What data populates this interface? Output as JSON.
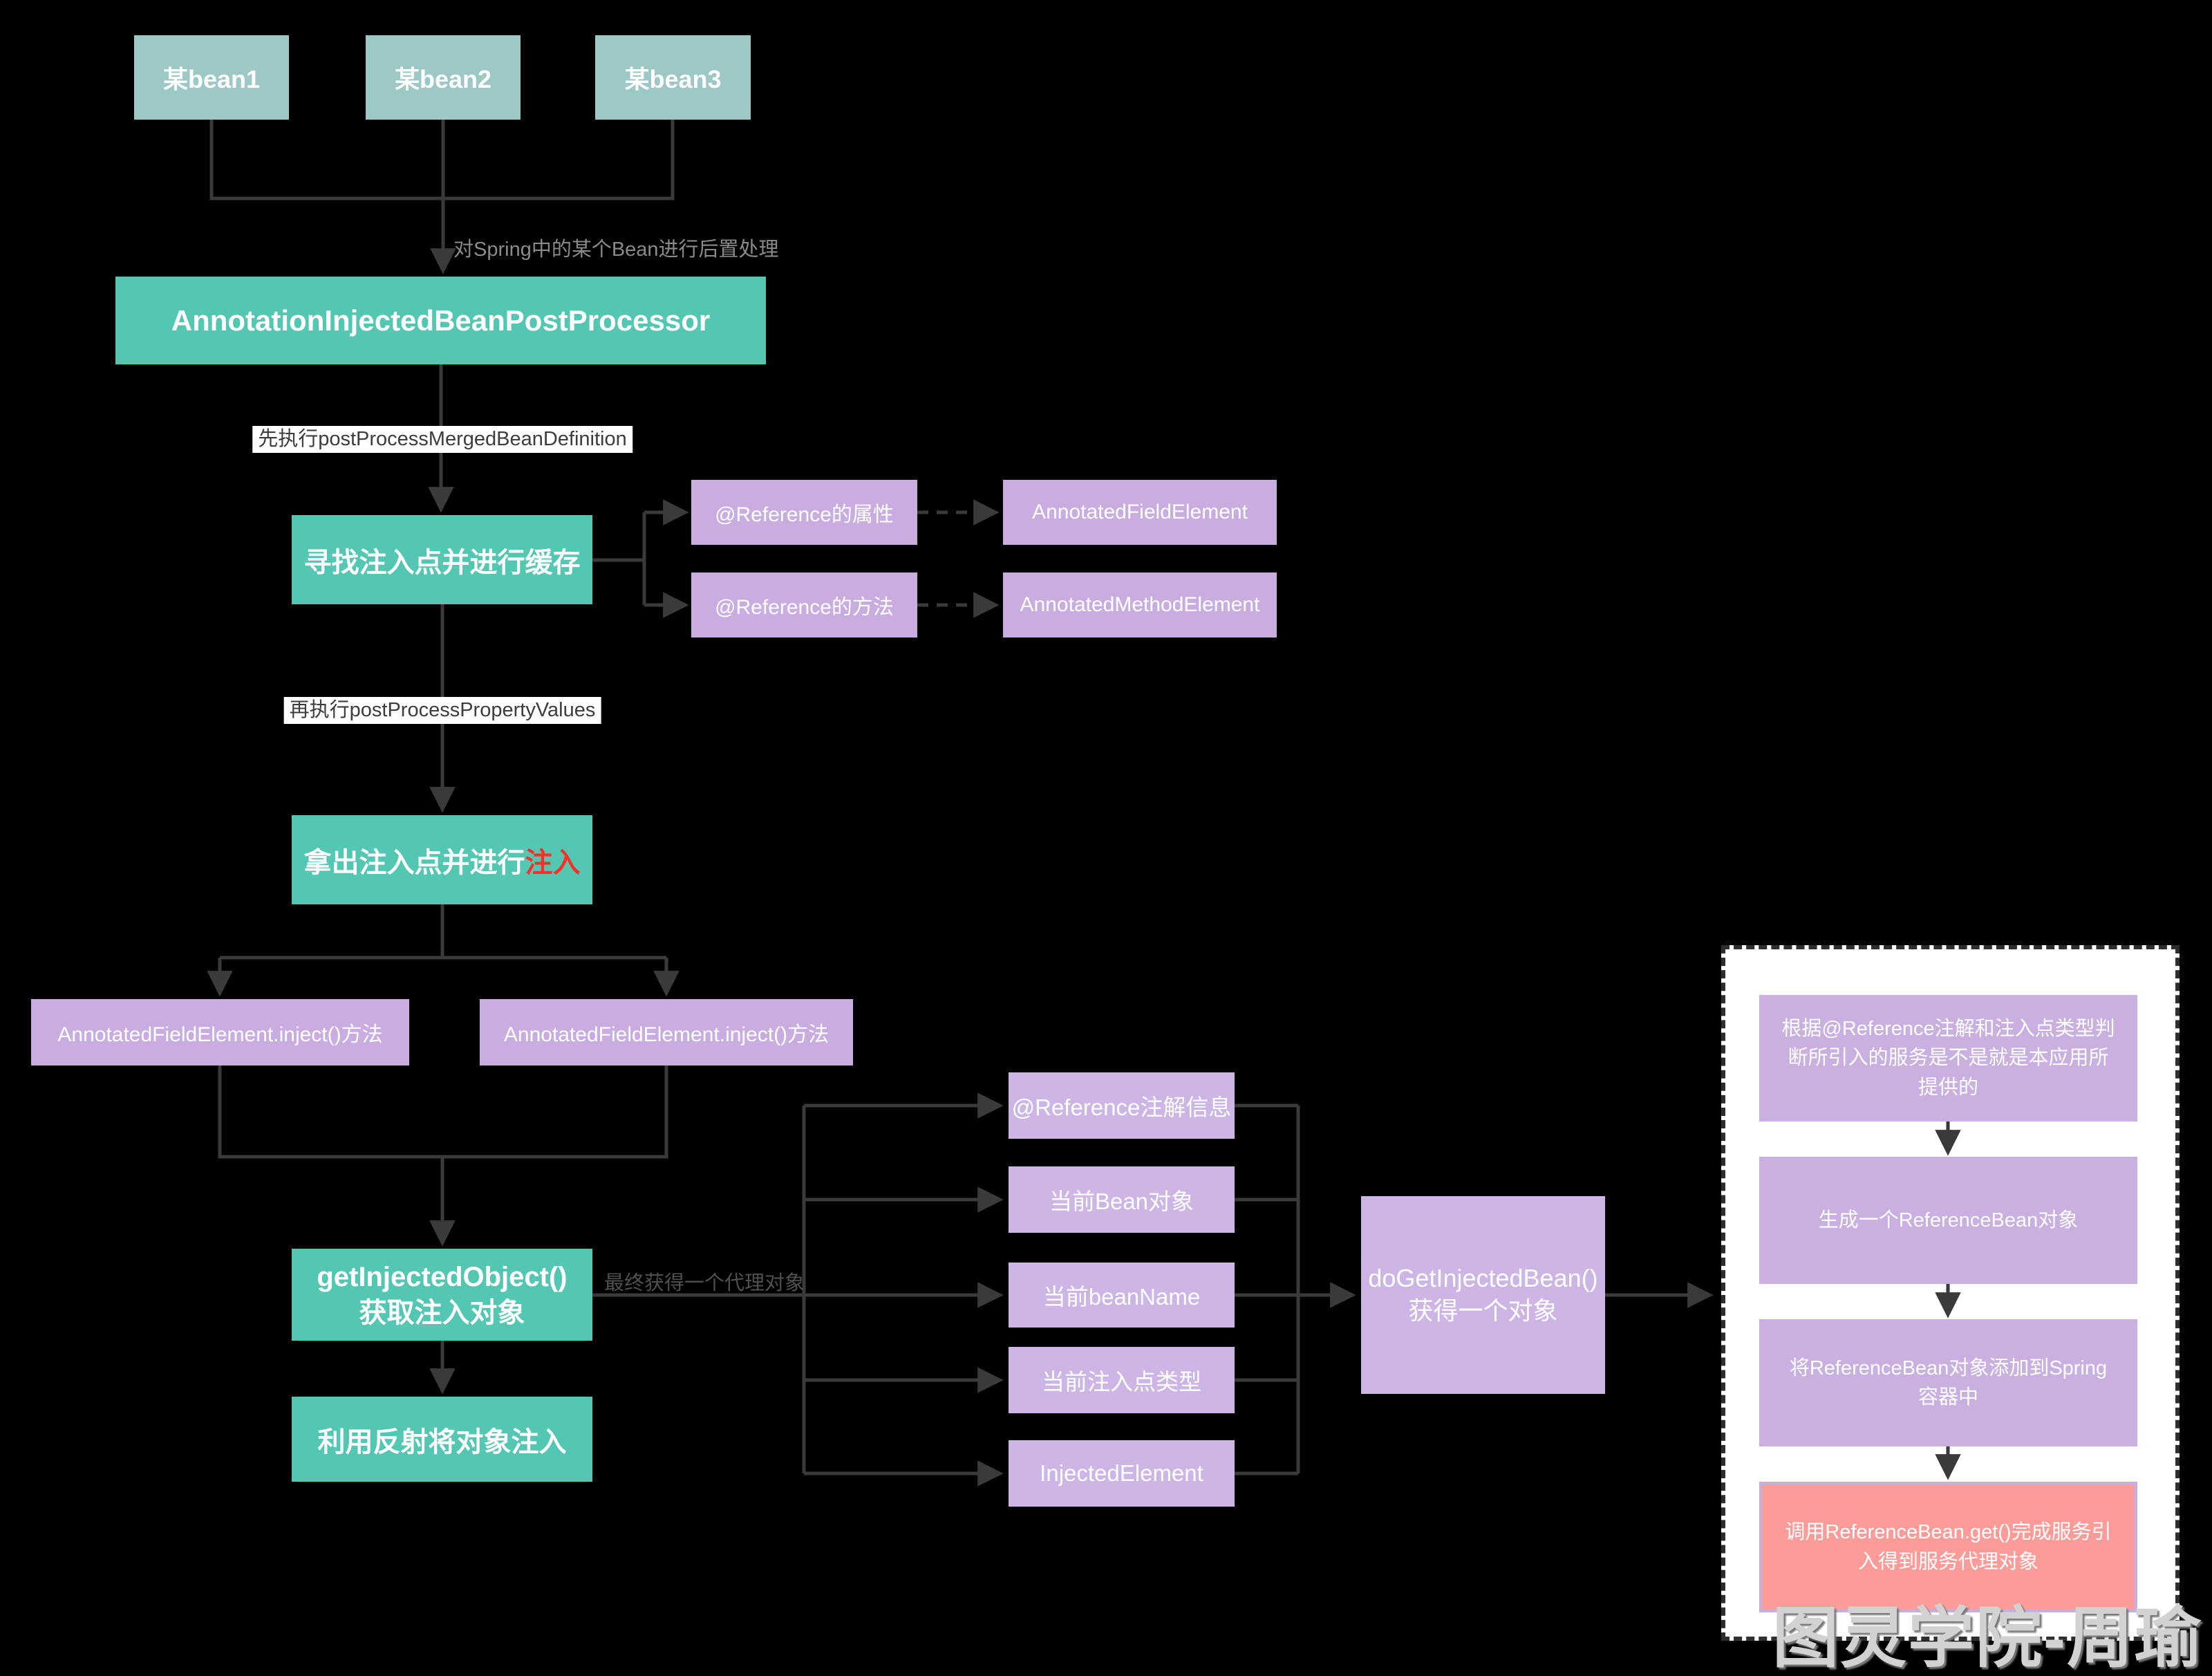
{
  "colors": {
    "background": "#000000",
    "teal_bright": "#53c7b2",
    "teal_muted": "#9cc8c6",
    "purple": "#c9ade1",
    "purple_mid": "#cdb5e6",
    "salmon": "#fb9c99",
    "highlight_red": "#f93028",
    "line": "#3a3a3c",
    "panel_bg": "#ffffff"
  },
  "nodes": {
    "bean1": "某bean1",
    "bean2": "某bean2",
    "bean3": "某bean3",
    "post_processor": "AnnotationInjectedBeanPostProcessor",
    "find_injection": "寻找注入点并进行缓存",
    "ref_attr": "@Reference的属性",
    "annotated_field": "AnnotatedFieldElement",
    "ref_method": "@Reference的方法",
    "annotated_method": "AnnotatedMethodElement",
    "takeout_prefix": "拿出注入点并进行",
    "takeout_highlight": "注入",
    "inject_left": "AnnotatedFieldElement.inject()方法",
    "inject_right": "AnnotatedFieldElement.inject()方法",
    "get_injected_line1": "getInjectedObject()",
    "get_injected_line2": "获取注入对象",
    "reflect_inject": "利用反射将对象注入",
    "mid1": "@Reference注解信息",
    "mid2": "当前Bean对象",
    "mid3": "当前beanName",
    "mid4": "当前注入点类型",
    "mid5": "InjectedElement",
    "do_get_line1": "doGetInjectedBean()",
    "do_get_line2": "获得一个对象",
    "panel1": "根据@Reference注解和注入点类型判断所引入的服务是不是就是本应用所提供的",
    "panel2": "生成一个ReferenceBean对象",
    "panel3": "将ReferenceBean对象添加到Spring容器中",
    "panel4": "调用ReferenceBean.get()完成服务引入得到服务代理对象"
  },
  "edge_labels": {
    "post_process": "对Spring中的某个Bean进行后置处理",
    "merged_bean": "先执行postProcessMergedBeanDefinition",
    "property_values": "再执行postProcessPropertyValues",
    "proxy_object": "最终获得一个代理对象"
  },
  "watermark": "图灵学院-周瑜"
}
